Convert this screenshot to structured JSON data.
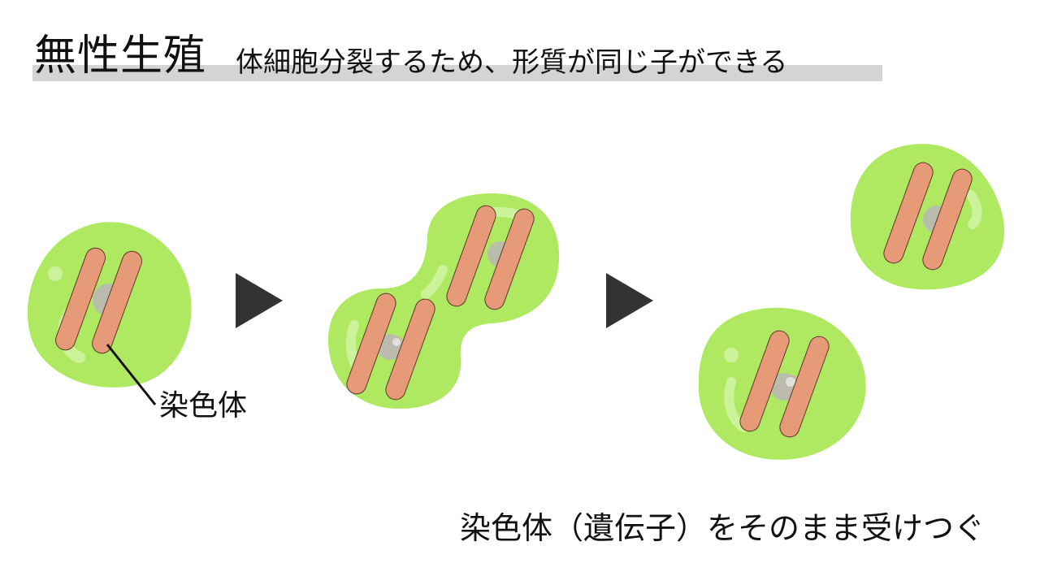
{
  "title": {
    "main": "無性生殖",
    "sub": "体細胞分裂するため、形質が同じ子ができる"
  },
  "labels": {
    "chromosome": "染色体"
  },
  "caption": "染色体（遺伝子）をそのまま受けつぐ",
  "colors": {
    "cytoplasm": "#aee961",
    "cytoplasm_highlight": "#ccf29a",
    "chromosome_fill": "#e69a78",
    "chromosome_stroke": "#5a3a2a",
    "nucleus": "#b9b9b4",
    "nucleus_glow": "#f39aa0",
    "arrow": "#333333",
    "title_highlight": "#d4d4d4"
  }
}
